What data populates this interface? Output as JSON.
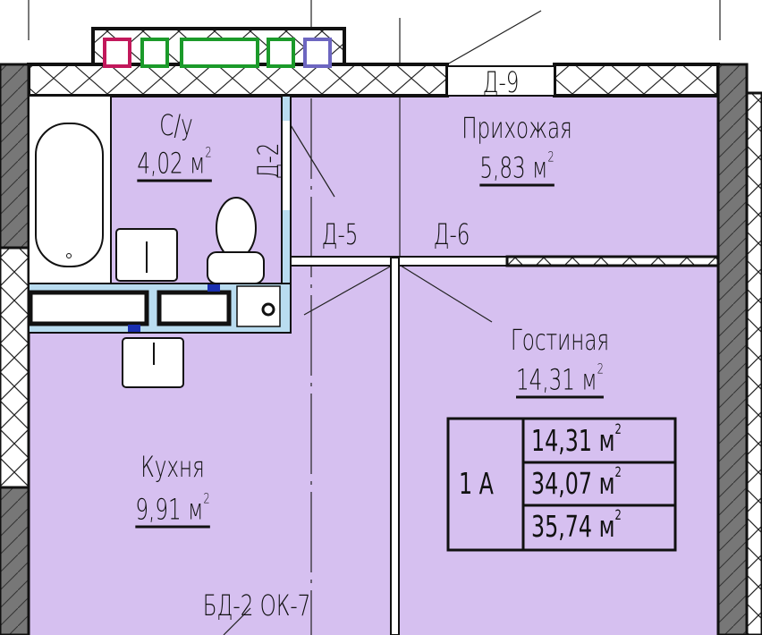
{
  "rooms": {
    "bathroom": {
      "name": "С/у",
      "area": "4,02 м",
      "unit_sup": "2"
    },
    "hallway": {
      "name": "Прихожая",
      "area": "5,83 м",
      "unit_sup": "2"
    },
    "living": {
      "name": "Гостиная",
      "area": "14,31 м",
      "unit_sup": "2"
    },
    "kitchen": {
      "name": "Кухня",
      "area": "9,91 м",
      "unit_sup": "2"
    }
  },
  "doors": {
    "d2": "Д-2",
    "d5": "Д-5",
    "d6": "Д-6",
    "d9": "Д-9",
    "bd2_ok7": "БД-2  ОК-7"
  },
  "summary": {
    "apartment": "1 А",
    "living_area": "14,31 м",
    "total_area": "34,07 м",
    "total_with_balcony": "35,74 м",
    "sup": "2"
  },
  "colors": {
    "room": "#d6c0f0",
    "wall": "#7a7a7a",
    "partition": "#b9dcf0",
    "shaft_magenta": "#c2185b",
    "shaft_green": "#1b9a2a",
    "shaft_lilac": "#a9a3e0"
  }
}
